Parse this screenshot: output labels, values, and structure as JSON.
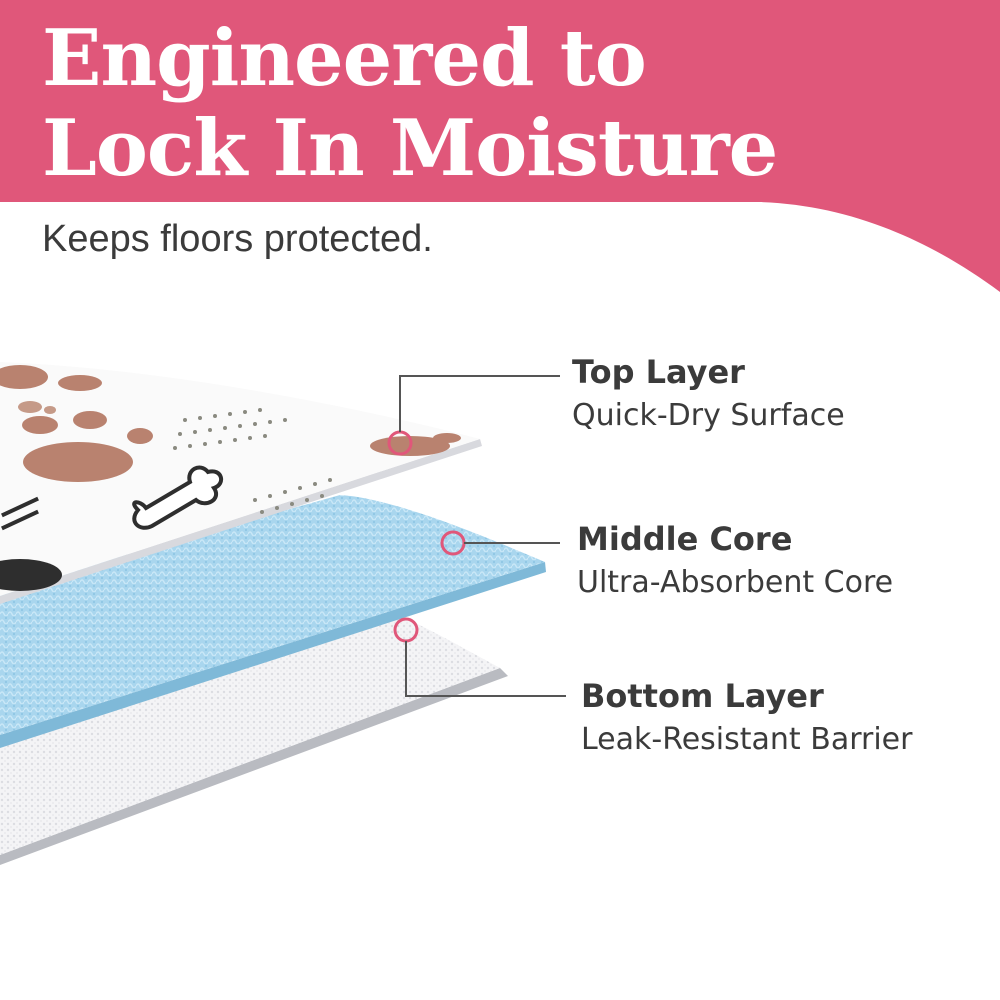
{
  "banner": {
    "headline_line1": "Engineered to",
    "headline_line2": "Lock In Moisture",
    "color": "#e0577a"
  },
  "subtitle": "Keeps floors protected.",
  "layers": [
    {
      "title": "Top Layer",
      "description": "Quick-Dry Surface"
    },
    {
      "title": "Middle Core",
      "description": "Ultra-Absorbent Core"
    },
    {
      "title": "Bottom Layer",
      "description": "Leak-Resistant Barrier"
    }
  ],
  "colors": {
    "accent": "#e0577a",
    "text": "#3b3b3b",
    "core_blue": "#a9d6ee",
    "paw_brown": "#b9826f"
  },
  "icons": [
    "paw-print-icon",
    "bone-icon",
    "pointer-dot-icon"
  ]
}
